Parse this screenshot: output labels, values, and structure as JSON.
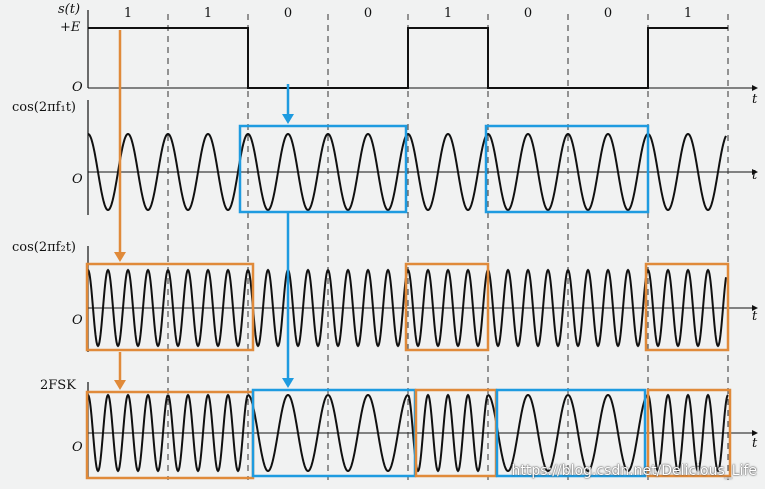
{
  "bits": [
    "1",
    "1",
    "0",
    "0",
    "1",
    "0",
    "0",
    "1"
  ],
  "labels": {
    "s_axis": "s(t)",
    "plus_e": "+E",
    "cos_f1": "cos(2πf₁t)",
    "cos_f2": "cos(2πf₂t)",
    "fsk": "2FSK",
    "origin": "O",
    "t": "t"
  },
  "watermark": "https://blog.csdn.net/Delicious_Life",
  "colors": {
    "background": "#f1f2f2",
    "signal": "#111111",
    "highlight_f1": "#1e9be0",
    "highlight_f2": "#e08a3a"
  }
}
